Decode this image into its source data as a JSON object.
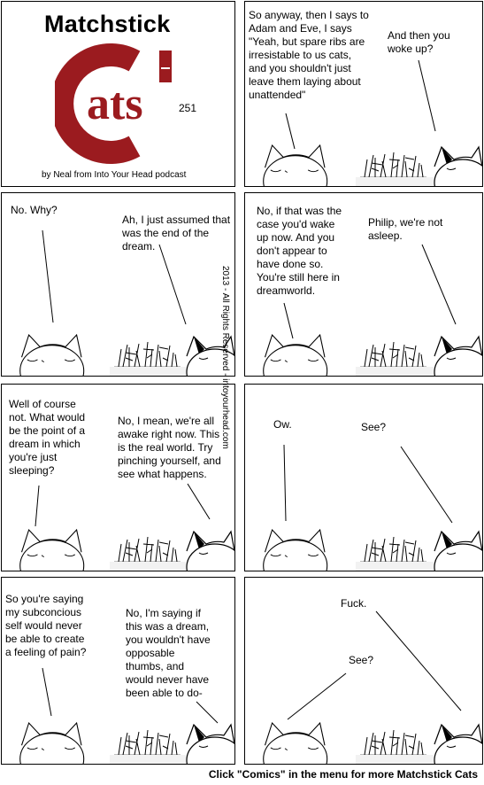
{
  "title_panel": {
    "title": "Matchstick",
    "logo_text": "ats",
    "issue_number": "251",
    "byline": "by Neal from Into Your Head podcast"
  },
  "panels": [
    {
      "bubbles": [
        "So anyway, then I says to\nAdam and Eve, I says\n\"Yeah, but spare ribs are\nirresistable to us cats,\n  and you shouldn't just\nleave them laying about\nunattended\"",
        "And then you\nwoke up?"
      ]
    },
    {
      "bubbles": [
        "No. Why?",
        "Ah, I just assumed that\nwas the end of the\ndream."
      ]
    },
    {
      "bubbles": [
        "No, if that was the\ncase you'd wake\nup now. And you\ndon't appear to\nhave done so.\nYou're still here in\ndreamworld.",
        "Philip, we're not\nasleep."
      ]
    },
    {
      "bubbles": [
        "Well of course\nnot. What would\nbe the point of a\ndream in which\nyou're just\nsleeping?",
        "No, I mean, we're all\nawake right now. This\nis the real world. Try\npinching yourself, and\nsee what happens."
      ]
    },
    {
      "bubbles": [
        "Ow.",
        "See?"
      ]
    },
    {
      "bubbles": [
        "So you're saying\nmy subconcious\nself would never\nbe able to create\na feeling of pain?",
        "No, I'm saying if\nthis was a dream,\nyou wouldn't have\nopposable\nthumbs, and\nwould never have\nbeen able to do-"
      ]
    },
    {
      "bubbles": [
        "Fuck.",
        "See?"
      ]
    }
  ],
  "side_credit": "2013 - All Rights Reserved - intoyourhead.com",
  "footer": "Click \"Comics\" in the menu for more Matchstick Cats",
  "colors": {
    "logo_red": "#9b1b1f",
    "ink": "#000000"
  }
}
